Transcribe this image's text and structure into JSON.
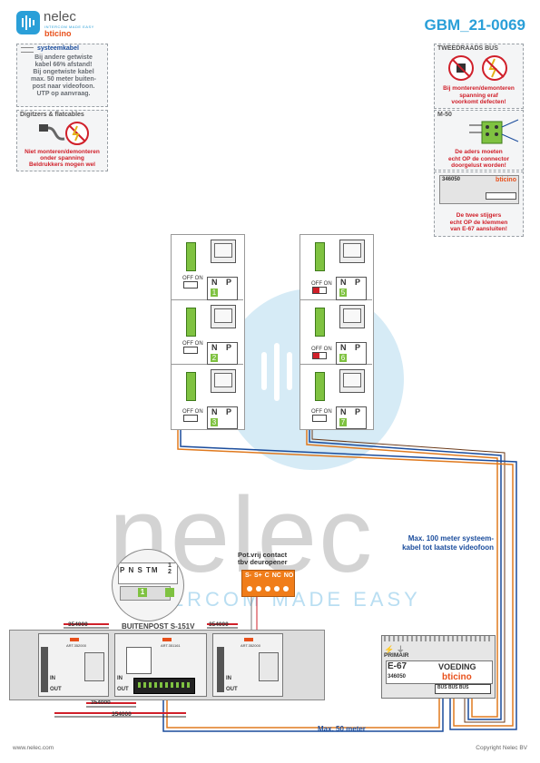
{
  "brand": {
    "name": "nelec",
    "tagline": "INTERCOM MADE EASY",
    "partner": "bticino"
  },
  "doc_id": "GBM_21-0069",
  "watermark": {
    "word": "nelec",
    "tagline": "INTERCOM MADE EASY"
  },
  "notes": {
    "systeemkabel": {
      "title": "systeemkabel",
      "lines": [
        "Bij andere getwiste",
        "kabel 66% afstand!",
        "Bij ongetwiste kabel",
        "max. 50 meter buiten-",
        "post naar videofoon.",
        "UTP op aanvraag."
      ]
    },
    "digitizers": {
      "title": "Digitzers & flatcables",
      "lines": [
        "Niet monteren/demonteren",
        "onder spanning",
        "Beldrukkers mogen wel"
      ]
    },
    "tweedraads": {
      "title": "TWEEDRAADS BUS",
      "lines": [
        "Bij monteren/demonteren",
        "spanning eraf",
        "voorkomt defecten!"
      ]
    },
    "m50": {
      "title": "M-50",
      "lines": [
        "De aders moeten",
        "echt OP de connector",
        "doorgelust worden!"
      ]
    },
    "stijgers": {
      "model": "346050",
      "lines": [
        "De twee stijgers",
        "echt OP de klemmen",
        "van E-67 aansluiten!"
      ]
    }
  },
  "monitors": [
    {
      "number": "1"
    },
    {
      "number": "2"
    },
    {
      "number": "3"
    },
    {
      "number": "5"
    },
    {
      "number": "6"
    },
    {
      "number": "7"
    }
  ],
  "monitor_labels": {
    "switch": "OFF ON",
    "n": "N",
    "p": "P"
  },
  "outdoor": {
    "title": "BUITENPOST S-151V",
    "terminals": [
      "P",
      "N",
      "S",
      "TM",
      "1",
      "2"
    ],
    "module_code": "354000",
    "module_code_2": "354000",
    "module_code_3": "354000",
    "module_code_4": "354000",
    "in_label": "IN",
    "out_label": "OUT",
    "unit_code": "ART.352000",
    "center_code": "ART.351161",
    "address": "1"
  },
  "contact": {
    "title_1": "Pot.vrij contact",
    "title_2": "tbv deuropener",
    "terminals": [
      "S-",
      "S+",
      "C",
      "NC",
      "NO"
    ]
  },
  "supply": {
    "name": "E-67",
    "type": "VOEDING",
    "model": "346050",
    "primair": "PRIMAIR",
    "brand": "bticino",
    "terminal_groups": [
      "BUS",
      "BUS",
      "BUS"
    ]
  },
  "cable_notes": {
    "max100": [
      "Max. 100 meter systeem-",
      "kabel tot laatste videofoon"
    ],
    "max50": "Max. 50 meter"
  },
  "footer": {
    "url": "www.nelec.com",
    "copyright": "Copyright Nelec BV"
  },
  "colors": {
    "accent": "#2a9fd8",
    "warning": "#d0202a",
    "cable_orange": "#e07a1f",
    "cable_blue": "#1a4c9c",
    "contact": "#f07d1a"
  }
}
